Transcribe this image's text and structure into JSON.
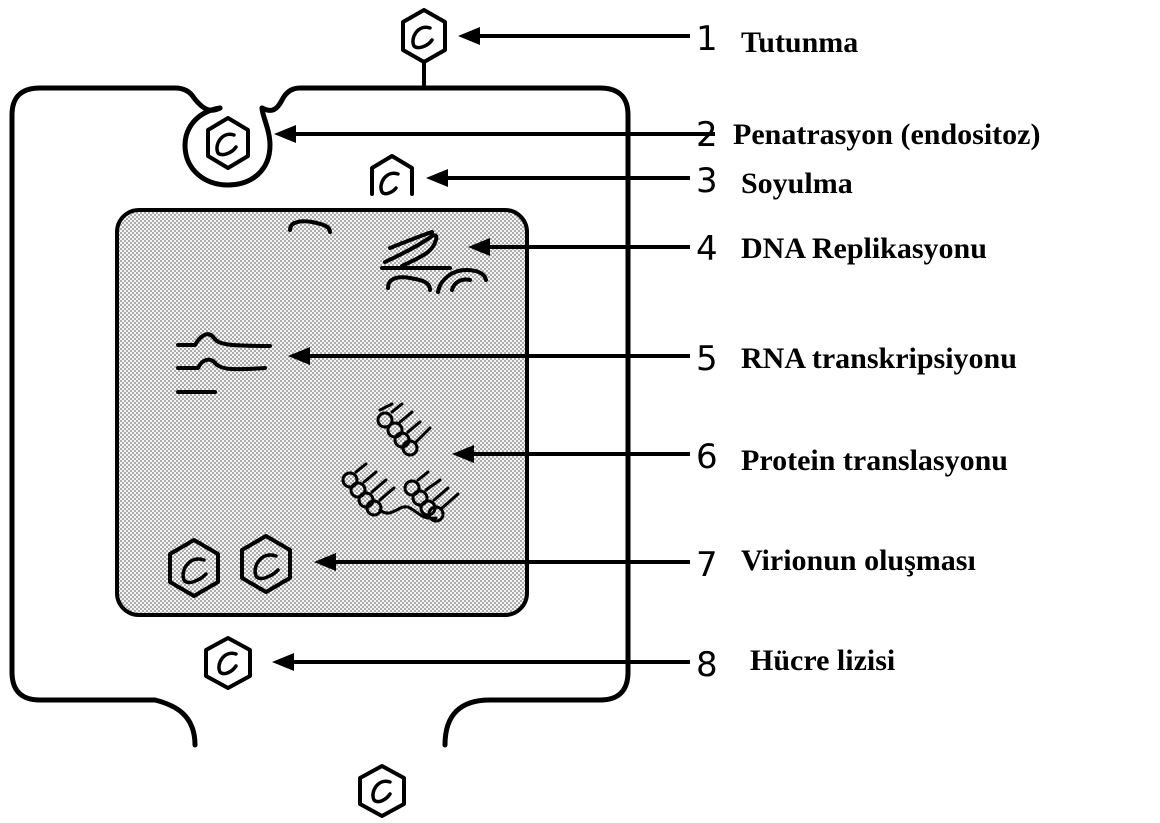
{
  "steps": [
    {
      "number": "1",
      "label": "Tutunma"
    },
    {
      "number": "2",
      "label": "Penatrasyon (endositoz)"
    },
    {
      "number": "3",
      "label": "Soyulma"
    },
    {
      "number": "4",
      "label": "DNA Replikasyonu"
    },
    {
      "number": "5",
      "label": "RNA transkripsiyonu"
    },
    {
      "number": "6",
      "label": "Protein translasyonu"
    },
    {
      "number": "7",
      "label": "Virionun oluşması"
    },
    {
      "number": "8",
      "label": "Hücre lizisi"
    }
  ]
}
